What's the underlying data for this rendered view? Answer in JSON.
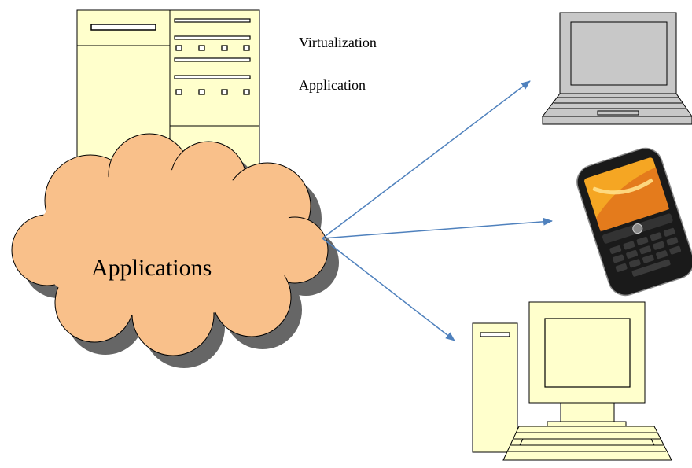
{
  "labels": {
    "virtualization": "Virtualization",
    "application": "Application",
    "cloud": "Applications"
  },
  "colors": {
    "server_fill": "#ffffcc",
    "cloud_fill": "#f9c08a",
    "shadow": "#666666",
    "arrow": "#4f81bd",
    "laptop_fill": "#c8c8c8",
    "phone_body": "#1a1a1a",
    "phone_screen": "#f5a623"
  },
  "icons": [
    "server-icon",
    "cloud-shape",
    "laptop-icon",
    "smartphone-icon",
    "desktop-computer-icon"
  ]
}
